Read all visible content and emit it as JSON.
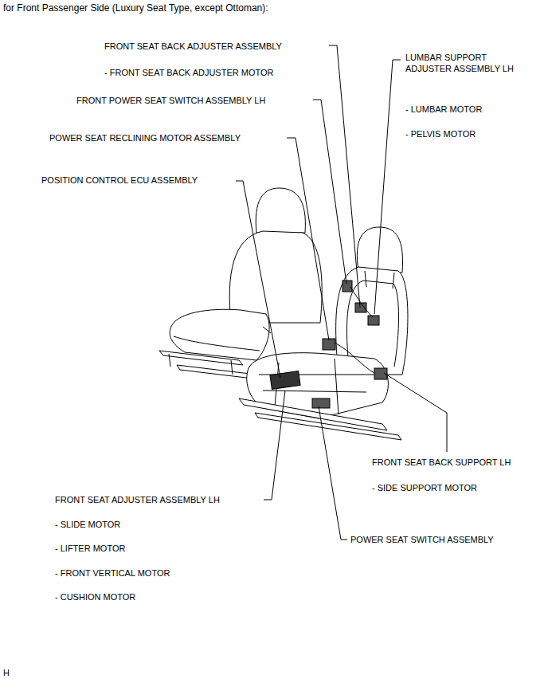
{
  "diagram": {
    "title": "for Front Passenger Side (Luxury Seat Type, except Ottoman):",
    "labels": [
      "FRONT SEAT BACK ADJUSTER ASSEMBLY",
      "- FRONT SEAT BACK ADJUSTER MOTOR",
      "FRONT POWER SEAT SWITCH ASSEMBLY LH",
      "POWER SEAT RECLINING MOTOR ASSEMBLY",
      "POSITION CONTROL ECU ASSEMBLY",
      "LUMBAR SUPPORT ADJUSTER ASSEMBLY LH",
      "- LUMBAR MOTOR",
      "- PELVIS MOTOR",
      "FRONT SEAT BACK SUPPORT LH",
      "- SIDE SUPPORT MOTOR",
      "POWER SEAT SWITCH ASSEMBLY",
      "FRONT SEAT ADJUSTER ASSEMBLY LH",
      "- SLIDE MOTOR",
      "- LIFTER MOTOR",
      "- FRONT VERTICAL MOTOR",
      "- CUSHION MOTOR",
      "H"
    ]
  }
}
